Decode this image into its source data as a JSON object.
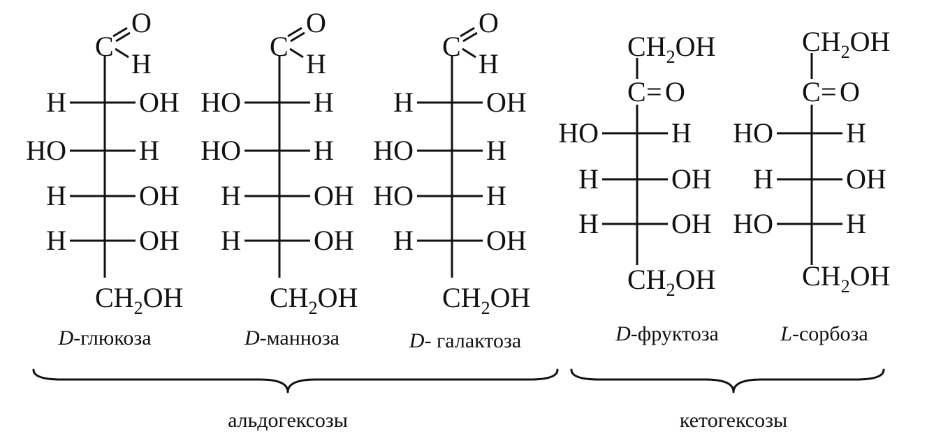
{
  "structures": [
    {
      "id": "d-glucose",
      "kind": "aldose",
      "top": {
        "C": "C",
        "O": "O",
        "H": "H"
      },
      "rows": [
        {
          "left": "H",
          "right": "OH"
        },
        {
          "left": "HO",
          "right": "H"
        },
        {
          "left": "H",
          "right": "OH"
        },
        {
          "left": "H",
          "right": "OH"
        }
      ],
      "bottom": {
        "pre": "CH",
        "sub": "2",
        "post": "OH"
      },
      "caption": {
        "prefix": "D",
        "name": "-глюкоза"
      }
    },
    {
      "id": "d-mannose",
      "kind": "aldose",
      "top": {
        "C": "C",
        "O": "O",
        "H": "H"
      },
      "rows": [
        {
          "left": "HO",
          "right": "H"
        },
        {
          "left": "HO",
          "right": "H"
        },
        {
          "left": "H",
          "right": "OH"
        },
        {
          "left": "H",
          "right": "OH"
        }
      ],
      "bottom": {
        "pre": "CH",
        "sub": "2",
        "post": "OH"
      },
      "caption": {
        "prefix": "D",
        "name": "-манноза"
      }
    },
    {
      "id": "d-galactose",
      "kind": "aldose",
      "top": {
        "C": "C",
        "O": "O",
        "H": "H"
      },
      "rows": [
        {
          "left": "H",
          "right": "OH"
        },
        {
          "left": "HO",
          "right": "H"
        },
        {
          "left": "HO",
          "right": "H"
        },
        {
          "left": "H",
          "right": "OH"
        }
      ],
      "bottom": {
        "pre": "CH",
        "sub": "2",
        "post": "OH"
      },
      "caption": {
        "prefix": "D",
        "name": "- галактоза"
      }
    },
    {
      "id": "d-fructose",
      "kind": "ketose",
      "top_group": {
        "pre": "CH",
        "sub": "2",
        "post": "OH"
      },
      "carbonyl": {
        "C": "C",
        "eq": "=",
        "O": "O"
      },
      "rows": [
        {
          "left": "HO",
          "right": "H"
        },
        {
          "left": "H",
          "right": "OH"
        },
        {
          "left": "H",
          "right": "OH"
        }
      ],
      "bottom": {
        "pre": "CH",
        "sub": "2",
        "post": "OH"
      },
      "caption": {
        "prefix": "D",
        "name": "-фруктоза"
      }
    },
    {
      "id": "l-sorbose",
      "kind": "ketose",
      "top_group": {
        "pre": "CH",
        "sub": "2",
        "post": "OH"
      },
      "carbonyl": {
        "C": "C",
        "eq": "=",
        "O": "O"
      },
      "rows": [
        {
          "left": "HO",
          "right": "H"
        },
        {
          "left": "H",
          "right": "OH"
        },
        {
          "left": "HO",
          "right": "H"
        }
      ],
      "bottom": {
        "pre": "CH",
        "sub": "2",
        "post": "OH"
      },
      "caption": {
        "prefix": "L",
        "name": "-сорбоза"
      }
    }
  ],
  "groups": [
    {
      "id": "aldohexoses",
      "label": "альдогексозы"
    },
    {
      "id": "ketohexoses",
      "label": "кетогексозы"
    }
  ]
}
